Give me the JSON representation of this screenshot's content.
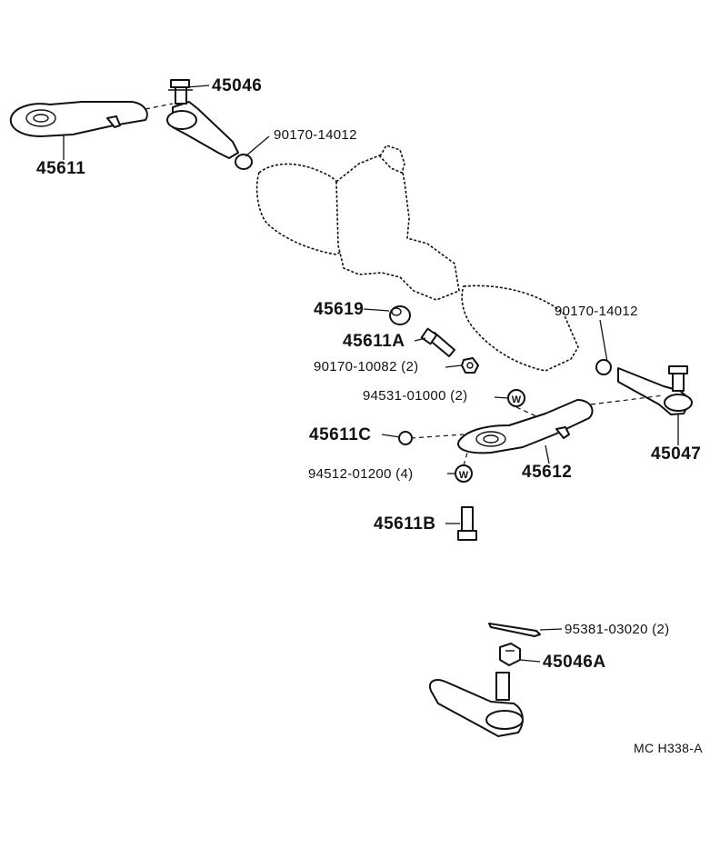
{
  "diagram": {
    "labels": {
      "p45046": "45046",
      "p45611": "45611",
      "p90170_14012_left": "90170-14012",
      "p45619": "45619",
      "p45611A": "45611A",
      "p90170_10082": "90170-10082 (2)",
      "p90170_14012_right": "90170-14012",
      "p94531": "94531-01000 (2)",
      "p45611C": "45611C",
      "p94512": "94512-01200 (4)",
      "p45612": "45612",
      "p45047": "45047",
      "p45611B": "45611B",
      "p95381": "95381-03020 (2)",
      "p45046A": "45046A",
      "code": "MC H338-A"
    },
    "washer_symbol": "W"
  }
}
